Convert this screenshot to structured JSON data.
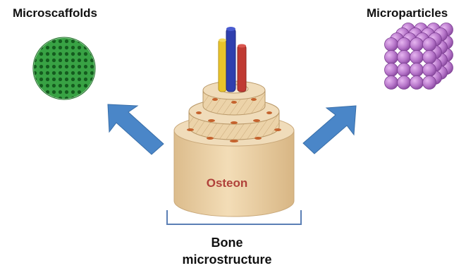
{
  "labels": {
    "microscaffolds": "Microscaffolds",
    "microparticles": "Microparticles",
    "osteon": "Osteon",
    "bone_line1": "Bone",
    "bone_line2": "microstructure"
  },
  "icons": {
    "microscaffold": "green-porous-disc-icon",
    "microparticles": "purple-sphere-cube-icon",
    "osteon": "layered-osteon-cylinder-icon",
    "arrows": "blue-arrow-icon"
  },
  "colors": {
    "scaffold_green": "#2e8b3a",
    "particle_purple": "#b873c9",
    "arrow_blue": "#4a86c8",
    "bone_tan": "#ecd3a9",
    "osteon_text": "#b0413a",
    "vessel_blue": "#2f3fae",
    "vessel_red": "#c03a33",
    "vessel_yellow": "#e9c42a",
    "lacunae": "#c5622d"
  }
}
